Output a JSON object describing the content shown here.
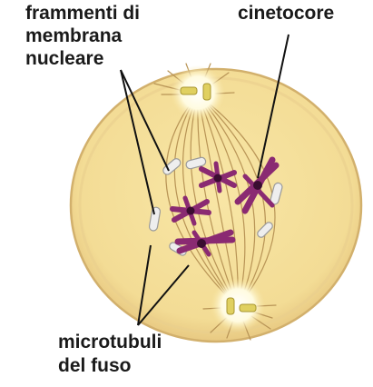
{
  "labels": {
    "membrane_fragments": [
      "frammenti di",
      "membrana",
      "nucleare"
    ],
    "kinetochore": "cinetocore",
    "spindle_microtubules": [
      "microtubuli",
      "del fuso"
    ]
  },
  "colors": {
    "cell_fill": "#f5df9a",
    "cell_outline": "#d2b06c",
    "fiber": "#b89456",
    "chromosome": "#8a2a72",
    "centromere": "#3a0d30",
    "membrane_fragment": "#eeeeee",
    "centrosome_glow": "#fffbe0",
    "centriole": "#e0d060"
  }
}
